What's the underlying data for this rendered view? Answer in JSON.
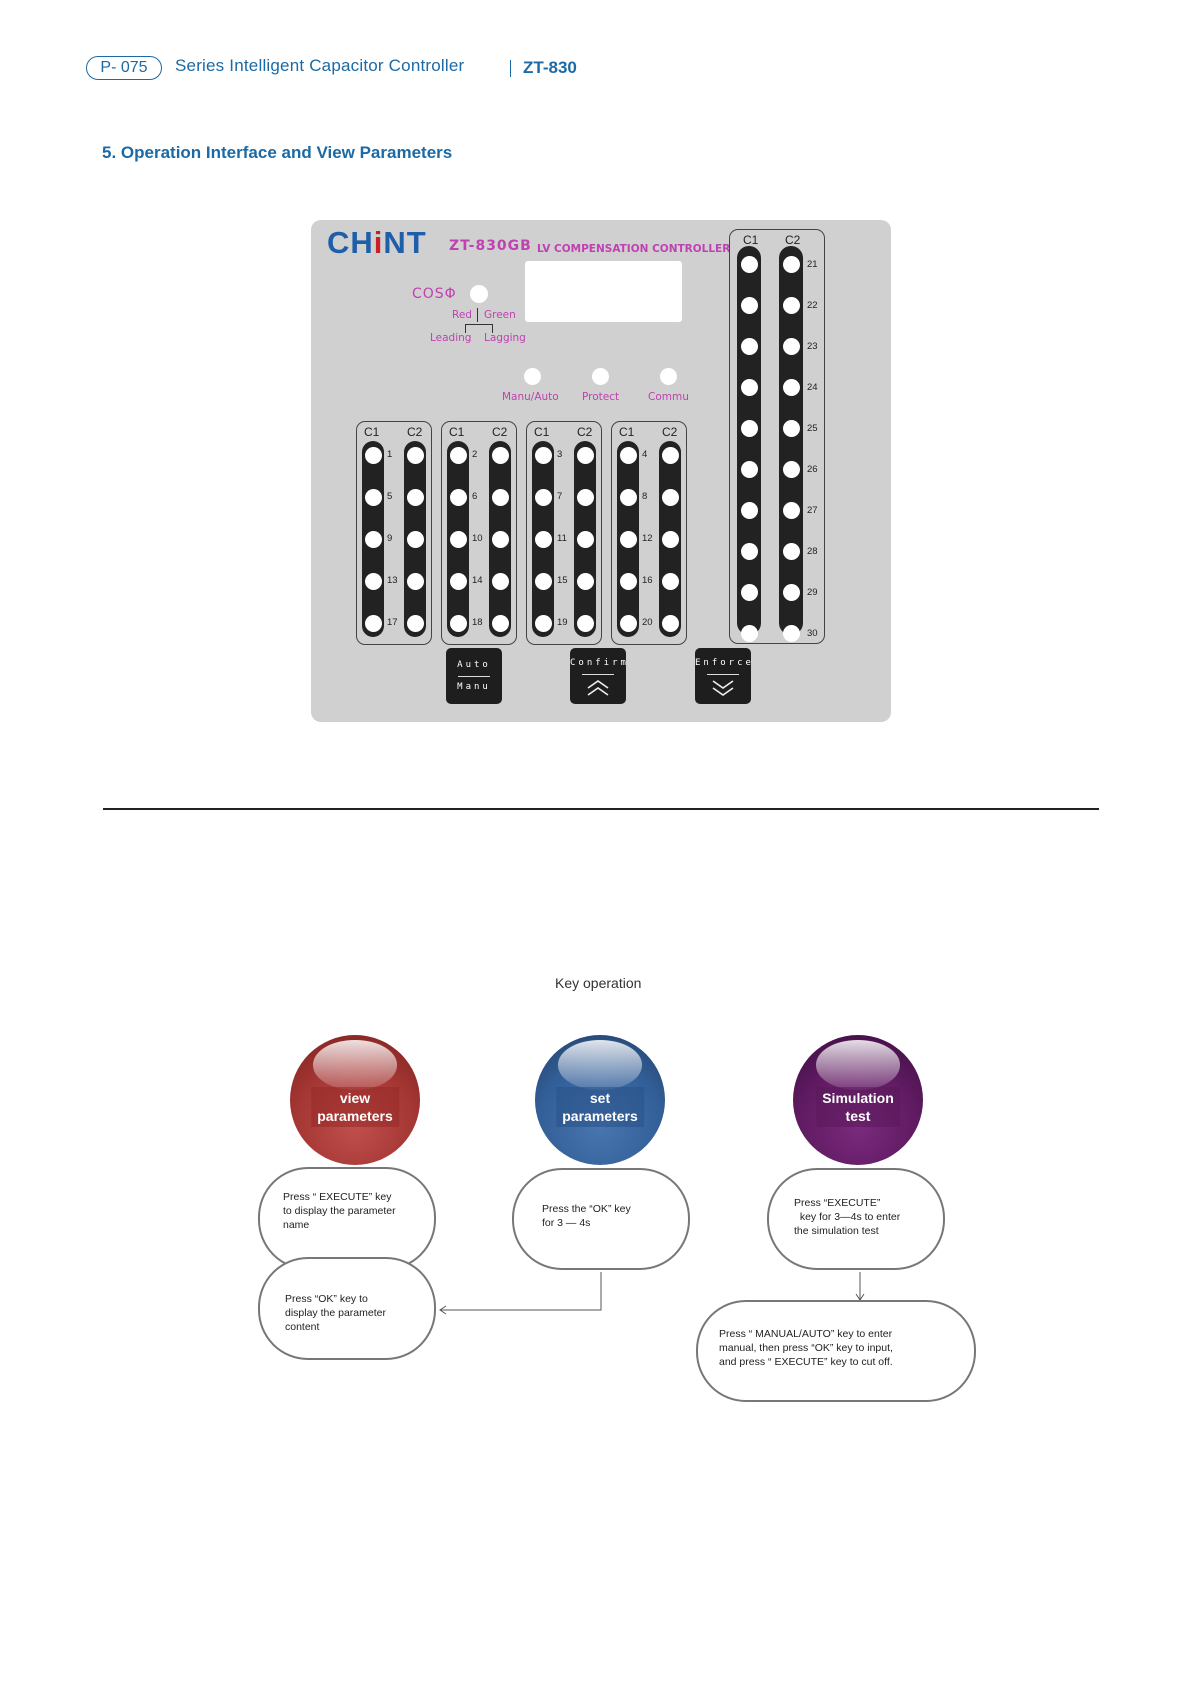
{
  "header": {
    "page_number": "P- 075",
    "series_title": "Series Intelligent Capacitor Controller",
    "model": "ZT-830"
  },
  "section": {
    "title": "5. Operation Interface and View Parameters"
  },
  "panel": {
    "brand_prefix": "CH",
    "brand_i": "i",
    "brand_suffix": "NT",
    "model_name": "ZT-830GB",
    "model_subtitle": "LV COMPENSATION CONTROLLER",
    "cos_label": "COSΦ",
    "red_label": "Red",
    "green_label": "Green",
    "leading_label": "Leading",
    "lagging_label": "Lagging",
    "indicators": [
      "Manu/Auto",
      "Protect",
      "Commu"
    ],
    "col_c1": "C1",
    "col_c2": "C2",
    "groups": [
      [
        "1",
        "5",
        "9",
        "13",
        "17"
      ],
      [
        "2",
        "6",
        "10",
        "14",
        "18"
      ],
      [
        "3",
        "7",
        "11",
        "15",
        "19"
      ],
      [
        "4",
        "8",
        "12",
        "16",
        "20"
      ]
    ],
    "right_group": [
      "21",
      "22",
      "23",
      "24",
      "25",
      "26",
      "27",
      "28",
      "29",
      "30"
    ],
    "keys": [
      {
        "top": "Auto",
        "bottom": "Manu",
        "icon": "none"
      },
      {
        "top": "Confirm",
        "bottom": "",
        "icon": "double-chevron-up-icon"
      },
      {
        "top": "Enforce",
        "bottom": "",
        "icon": "double-chevron-down-icon"
      }
    ]
  },
  "flow": {
    "title": "Key operation",
    "spheres": [
      {
        "label_line1": "view",
        "label_line2": "parameters",
        "color": "#b23a37"
      },
      {
        "label_line1": "set",
        "label_line2": "parameters",
        "color": "#335f98"
      },
      {
        "label_line1": "Simulation",
        "label_line2": "test",
        "color": "#6a1e6c"
      }
    ],
    "view_step1": [
      "Press “ EXECUTE” key",
      "to display the parameter",
      "name"
    ],
    "view_step2": [
      "Press “OK” key to",
      "display  the  parameter",
      "content"
    ],
    "set_step1": [
      "Press the “OK” key",
      "for 3 — 4s"
    ],
    "sim_step1": [
      "Press “EXECUTE”",
      "  key for 3—4s to enter",
      "the simulation test"
    ],
    "sim_step2": [
      "Press “ MANUAL/AUTO” key to enter",
      "manual, then press “OK” key to input,",
      "and press “ EXECUTE” key to cut off."
    ]
  }
}
